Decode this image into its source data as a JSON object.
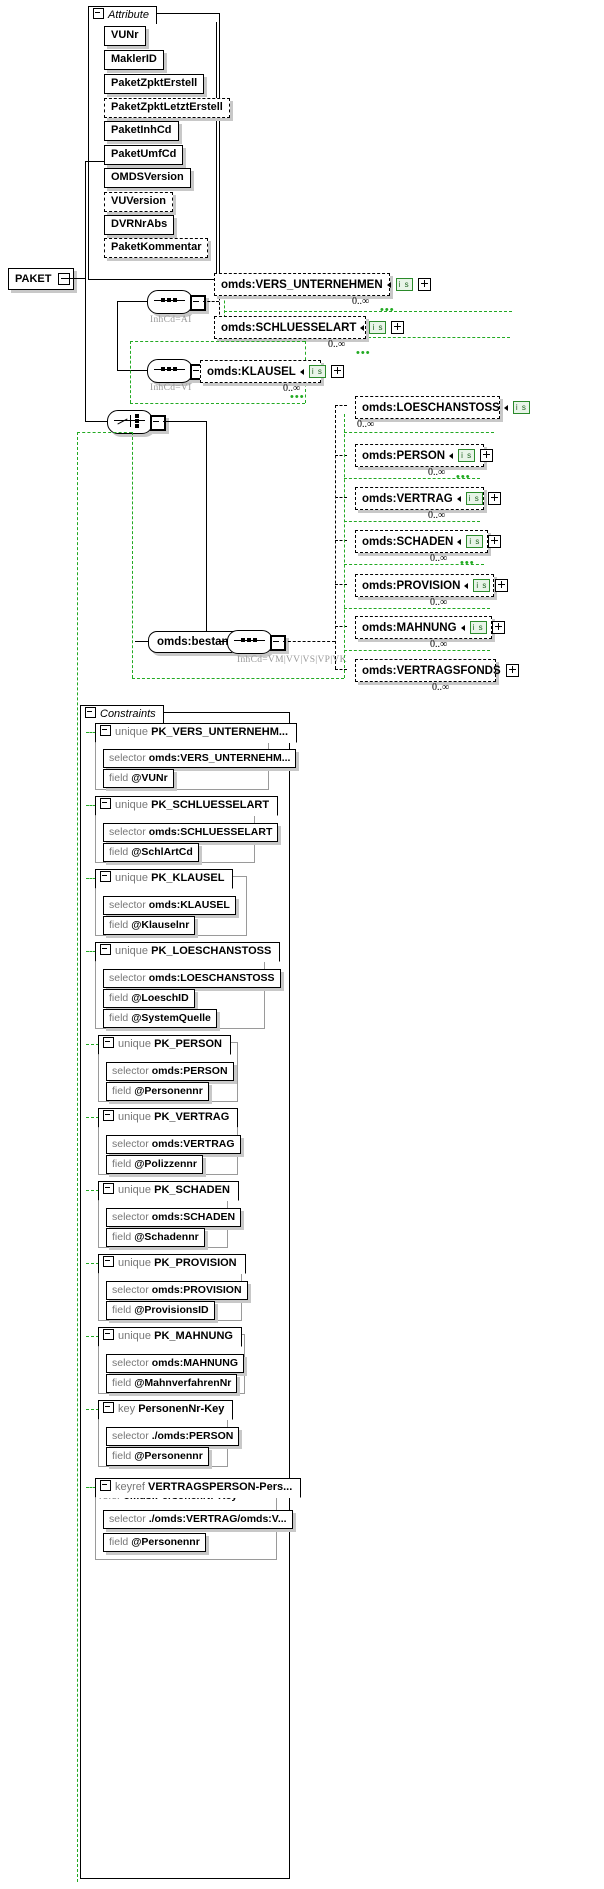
{
  "diagram": {
    "title": "PAKET",
    "root": {
      "label": "PAKET",
      "expander": "minus"
    },
    "attribute_group": {
      "title": "Attribute",
      "items": [
        {
          "label": "VUNr",
          "optional": false
        },
        {
          "label": "MaklerID",
          "optional": false
        },
        {
          "label": "PaketZpktErstell",
          "optional": false
        },
        {
          "label": "PaketZpktLetztErstell",
          "optional": true
        },
        {
          "label": "PaketInhCd",
          "optional": false
        },
        {
          "label": "PaketUmfCd",
          "optional": false
        },
        {
          "label": "OMDSVersion",
          "optional": false
        },
        {
          "label": "VUVersion",
          "optional": true
        },
        {
          "label": "DVRNrAbs",
          "optional": false
        },
        {
          "label": "PaketKommentar",
          "optional": true
        }
      ]
    },
    "compositors": [
      {
        "id": "seq-ai",
        "type": "sequence",
        "label": "InhCd=AI"
      },
      {
        "id": "seq-vi",
        "type": "sequence",
        "label": "InhCd=VI"
      },
      {
        "id": "choice-root",
        "type": "choice",
        "label": ""
      },
      {
        "id": "seq-bestand",
        "type": "sequence",
        "label": "InhCd=VM|VV|VS|VP|VK"
      }
    ],
    "bestand": {
      "label": "omds:bestand",
      "expander": "minus"
    },
    "elements": [
      {
        "label": "omds:VERS_UNTERNEHMEN",
        "badge": "i s",
        "cardinality": "0..∞",
        "group": "seq-ai"
      },
      {
        "label": "omds:SCHLUESSELART",
        "badge": "i s",
        "cardinality": "0..∞",
        "group": "seq-ai"
      },
      {
        "label": "omds:KLAUSEL",
        "badge": "i s",
        "cardinality": "0..∞",
        "group": "seq-vi"
      },
      {
        "label": "omds:LOESCHANSTOSS",
        "badge": "i s",
        "cardinality": "0..∞",
        "group": "seq-bestand"
      },
      {
        "label": "omds:PERSON",
        "badge": "i s",
        "cardinality": "0..∞",
        "group": "seq-bestand"
      },
      {
        "label": "omds:VERTRAG",
        "badge": "i s",
        "cardinality": "0..∞",
        "group": "seq-bestand"
      },
      {
        "label": "omds:SCHADEN",
        "badge": "i s",
        "cardinality": "0..∞",
        "group": "seq-bestand"
      },
      {
        "label": "omds:PROVISION",
        "badge": "i s",
        "cardinality": "0..∞",
        "group": "seq-bestand"
      },
      {
        "label": "omds:MAHNUNG",
        "badge": "i s",
        "cardinality": "0..∞",
        "group": "seq-bestand"
      },
      {
        "label": "omds:VERTRAGSFONDS",
        "badge": "",
        "cardinality": "0..∞",
        "group": "seq-bestand"
      }
    ],
    "constraints_group": {
      "title": "Constraints",
      "blocks": [
        {
          "kind": "unique",
          "name": "PK_VERS_UNTERNEHM...",
          "selector_kw": "selector",
          "selector": "omds:VERS_UNTERNEHM...",
          "fields": [
            {
              "kw": "field",
              "value": "@VUNr"
            }
          ]
        },
        {
          "kind": "unique",
          "name": "PK_SCHLUESSELART",
          "selector_kw": "selector",
          "selector": "omds:SCHLUESSELART",
          "fields": [
            {
              "kw": "field",
              "value": "@SchlArtCd"
            }
          ]
        },
        {
          "kind": "unique",
          "name": "PK_KLAUSEL",
          "selector_kw": "selector",
          "selector": "omds:KLAUSEL",
          "fields": [
            {
              "kw": "field",
              "value": "@Klauselnr"
            }
          ]
        },
        {
          "kind": "unique",
          "name": "PK_LOESCHANSTOSS",
          "selector_kw": "selector",
          "selector": "omds:LOESCHANSTOSS",
          "fields": [
            {
              "kw": "field",
              "value": "@LoeschID"
            },
            {
              "kw": "field",
              "value": "@SystemQuelle"
            }
          ]
        },
        {
          "kind": "unique",
          "name": "PK_PERSON",
          "selector_kw": "selector",
          "selector": "omds:PERSON",
          "fields": [
            {
              "kw": "field",
              "value": "@Personennr"
            }
          ]
        },
        {
          "kind": "unique",
          "name": "PK_VERTRAG",
          "selector_kw": "selector",
          "selector": "omds:VERTRAG",
          "fields": [
            {
              "kw": "field",
              "value": "@Polizzennr"
            }
          ]
        },
        {
          "kind": "unique",
          "name": "PK_SCHADEN",
          "selector_kw": "selector",
          "selector": "omds:SCHADEN",
          "fields": [
            {
              "kw": "field",
              "value": "@Schadennr"
            }
          ]
        },
        {
          "kind": "unique",
          "name": "PK_PROVISION",
          "selector_kw": "selector",
          "selector": "omds:PROVISION",
          "fields": [
            {
              "kw": "field",
              "value": "@ProvisionsID"
            }
          ]
        },
        {
          "kind": "unique",
          "name": "PK_MAHNUNG",
          "selector_kw": "selector",
          "selector": "omds:MAHNUNG",
          "fields": [
            {
              "kw": "field",
              "value": "@MahnverfahrenNr"
            }
          ]
        },
        {
          "kind": "key",
          "name": "PersonenNr-Key",
          "selector_kw": "selector",
          "selector": "./omds:PERSON",
          "fields": [
            {
              "kw": "field",
              "value": "@Personennr"
            }
          ]
        },
        {
          "kind": "keyref",
          "name": "VERTRAGSPERSON-Pers...",
          "refer_kw": "refer",
          "refer": "omds:PersonenNr-Key",
          "selector_kw": "selector",
          "selector": "./omds:VERTRAG/omds:V...",
          "fields": [
            {
              "kw": "field",
              "value": "@Personennr"
            }
          ]
        }
      ]
    }
  }
}
